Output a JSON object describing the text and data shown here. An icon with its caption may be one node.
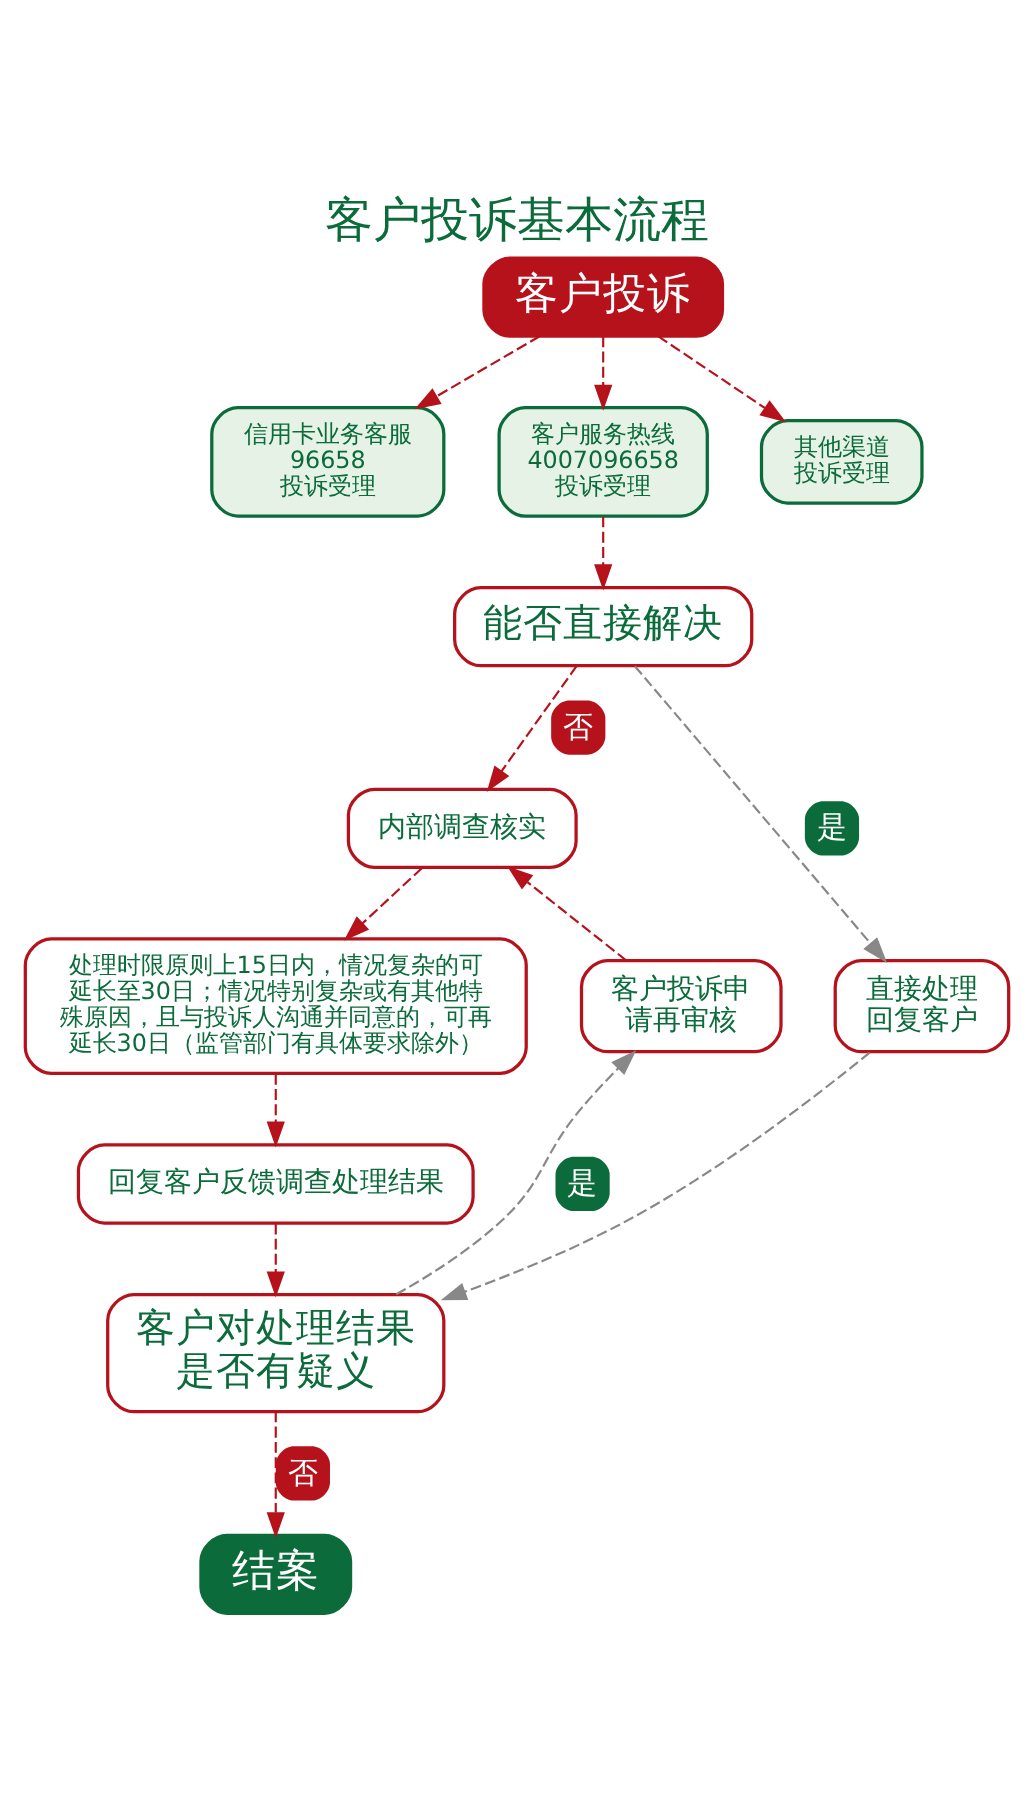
{
  "diagram": {
    "title": "客户投诉基本流程",
    "nodes": [
      {
        "text": [
          "客户投诉"
        ]
      },
      {
        "text": [
          "信用卡业务客服",
          "96658",
          "投诉受理"
        ]
      },
      {
        "text": [
          "客户服务热线",
          "4007096658",
          "投诉受理"
        ]
      },
      {
        "text": [
          "其他渠道投诉受理"
        ]
      },
      {
        "text": [
          "能否直接解决"
        ]
      },
      {
        "text": [
          "内部调查核实"
        ]
      },
      {
        "text": [
          "处理时限原则上15日内，情况复杂的可延长至30日；情况特别复杂或有其他特殊原因，且与投诉人沟通并同意的，可再延长30日（监管部门有具体要求除外）"
        ]
      },
      {
        "text": [
          "回复客户反馈调查处理结果"
        ]
      },
      {
        "text": [
          "客户对处理结果是否有疑义"
        ]
      },
      {
        "text": [
          "结案"
        ]
      },
      {
        "text": [
          "客户投诉申请再审核"
        ]
      },
      {
        "text": [
          "直接处理回复客户"
        ]
      }
    ],
    "edges": [
      {
        "from": 0,
        "to": 1,
        "arrow": "to",
        "style": "dashed"
      },
      {
        "from": 0,
        "to": 2,
        "arrow": "to",
        "style": "dashed"
      },
      {
        "from": 0,
        "to": 3,
        "arrow": "to",
        "style": "dashed"
      },
      {
        "from": 2,
        "to": 4,
        "arrow": "to",
        "style": "dashed"
      },
      {
        "from": 4,
        "to": 5,
        "arrow": "to",
        "style": "dashed",
        "label": "否"
      },
      {
        "from": 4,
        "to": 11,
        "arrow": "to",
        "style": "dashed",
        "label": "是",
        "color": "#888888"
      },
      {
        "from": 5,
        "to": 6,
        "arrow": "to",
        "style": "dashed"
      },
      {
        "from": 6,
        "to": 7,
        "arrow": "to",
        "style": "dashed"
      },
      {
        "from": 7,
        "to": 8,
        "arrow": "to",
        "style": "dashed"
      },
      {
        "from": 11,
        "to": 8,
        "arrow": "to",
        "style": "dashed",
        "color": "#888888"
      },
      {
        "from": 8,
        "to": 10,
        "arrow": "to",
        "style": "dashed",
        "label": "是",
        "color": "#888888"
      },
      {
        "from": 10,
        "to": 5,
        "arrow": "to",
        "style": "dashed"
      },
      {
        "from": 8,
        "to": 9,
        "arrow": "to",
        "style": "dashed",
        "label": "否"
      }
    ]
  }
}
